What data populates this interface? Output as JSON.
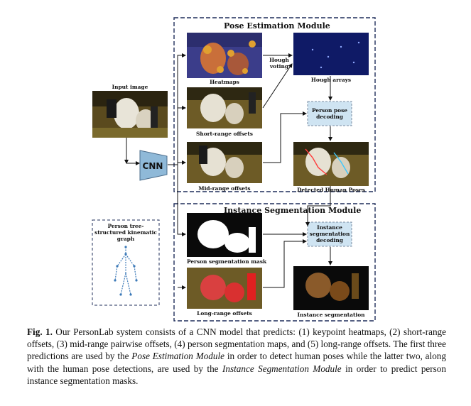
{
  "figure": {
    "input_label": "Input image",
    "cnn_label": "CNN",
    "pose_module": {
      "title": "Pose Estimation Module",
      "heatmaps_label": "Heatmaps",
      "short_range_label": "Short-range offsets",
      "mid_range_label": "Mid-range offsets",
      "hough_voting_label": "Hough voting",
      "hough_arrays_label": "Hough arrays",
      "pose_decoding_label": "Person pose decoding",
      "detected_poses_label": "Detected Human Poses"
    },
    "seg_module": {
      "title": "Instance Segmentation Module",
      "person_seg_label": "Person segmentation mask",
      "long_range_label": "Long-range offsets",
      "instance_decoding_label": "Instance segmentation decoding",
      "instance_seg_label": "Instance segmentation"
    },
    "graph_label": "Person tree-structured kinematic graph"
  },
  "caption": {
    "fig_label": "Fig. 1.",
    "text_1": " Our PersonLab system consists of a CNN model that predicts: (1) keypoint heatmaps, (2) short-range offsets, (3) mid-range pairwise offsets, (4) person segmentation maps, and (5) long-range offsets. The first three predictions are used by the ",
    "pose_module_ref": "Pose Estimation Module",
    "text_2": " in order to detect human poses while the latter two, along with the human pose detections, are used by the ",
    "seg_module_ref": "Instance Segmentation Module",
    "text_3": " in order to predict person instance segmentation masks."
  },
  "colors": {
    "module_border": "#1f2d5a",
    "decoding_fill": "#cfe4f2",
    "cnn_fill": "#8fb9d8",
    "hough_bg": "#0f1a66",
    "mask_bg": "#0a0a0a"
  }
}
